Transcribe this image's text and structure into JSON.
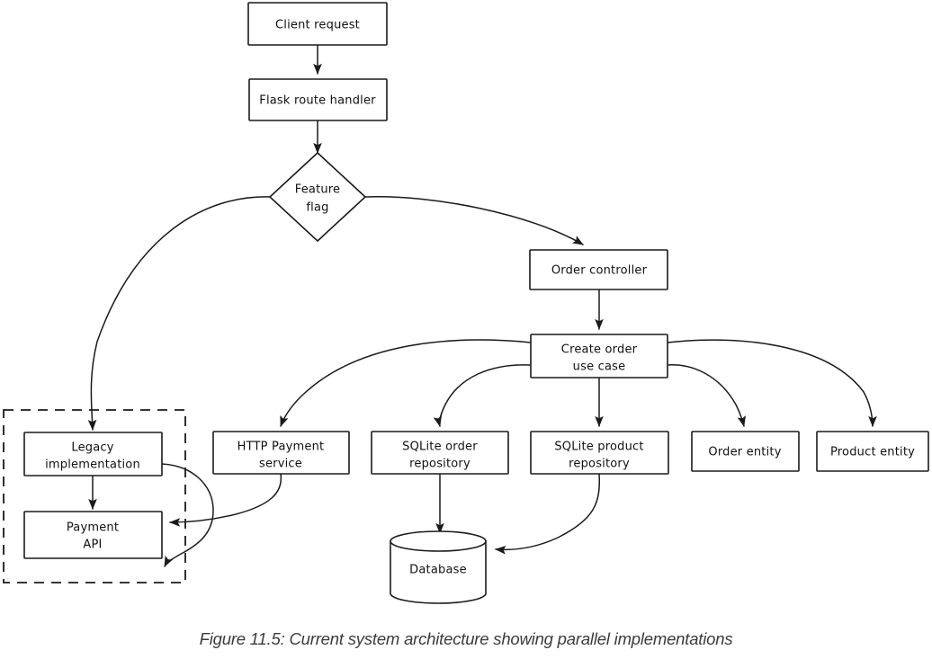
{
  "figure": {
    "caption": "Figure 11.5: Current system architecture showing parallel implementations",
    "background_color": "#ffffff",
    "stroke_color": "#1a1a1a",
    "text_color": "#111111",
    "caption_color": "#3b3b3b",
    "style": "hand-drawn sketch flowchart"
  },
  "nodes": {
    "client_request": {
      "label": "Client request",
      "shape": "rect"
    },
    "flask_route_handler": {
      "label": "Flask route handler",
      "shape": "rect"
    },
    "feature_flag_line1": {
      "label": "Feature",
      "shape": "diamond"
    },
    "feature_flag_line2": {
      "label": "flag",
      "shape": "diamond"
    },
    "order_controller": {
      "label": "Order controller",
      "shape": "rect"
    },
    "create_order_use_case_line1": {
      "label": "Create order",
      "shape": "rect"
    },
    "create_order_use_case_line2": {
      "label": "use case",
      "shape": "rect"
    },
    "legacy_implementation_line1": {
      "label": "Legacy",
      "shape": "rect"
    },
    "legacy_implementation_line2": {
      "label": "implementation",
      "shape": "rect"
    },
    "payment_api_line1": {
      "label": "Payment",
      "shape": "rect"
    },
    "payment_api_line2": {
      "label": "API",
      "shape": "rect"
    },
    "http_payment_service_line1": {
      "label": "HTTP Payment",
      "shape": "rect"
    },
    "http_payment_service_line2": {
      "label": "service",
      "shape": "rect"
    },
    "sqlite_order_repository_line1": {
      "label": "SQLite order",
      "shape": "rect"
    },
    "sqlite_order_repository_line2": {
      "label": "repository",
      "shape": "rect"
    },
    "sqlite_product_repository_line1": {
      "label": "SQLite product",
      "shape": "rect"
    },
    "sqlite_product_repository_line2": {
      "label": "repository",
      "shape": "rect"
    },
    "order_entity": {
      "label": "Order entity",
      "shape": "rect"
    },
    "product_entity": {
      "label": "Product entity",
      "shape": "rect"
    },
    "database": {
      "label": "Database",
      "shape": "cylinder"
    }
  },
  "groups": {
    "legacy_group": {
      "label": "",
      "style": "dashed-border",
      "contains": [
        "legacy_implementation",
        "payment_api"
      ]
    }
  },
  "edges": [
    {
      "from": "client_request",
      "to": "flask_route_handler",
      "style": "straight-arrow"
    },
    {
      "from": "flask_route_handler",
      "to": "feature_flag",
      "style": "straight-arrow"
    },
    {
      "from": "feature_flag",
      "to": "legacy_implementation",
      "style": "curved-arrow"
    },
    {
      "from": "feature_flag",
      "to": "order_controller",
      "style": "curved-arrow"
    },
    {
      "from": "order_controller",
      "to": "create_order_use_case",
      "style": "straight-arrow"
    },
    {
      "from": "create_order_use_case",
      "to": "http_payment_service",
      "style": "curved-arrow"
    },
    {
      "from": "create_order_use_case",
      "to": "sqlite_order_repository",
      "style": "curved-arrow"
    },
    {
      "from": "create_order_use_case",
      "to": "sqlite_product_repository",
      "style": "straight-arrow"
    },
    {
      "from": "create_order_use_case",
      "to": "order_entity",
      "style": "curved-arrow"
    },
    {
      "from": "create_order_use_case",
      "to": "product_entity",
      "style": "curved-arrow"
    },
    {
      "from": "legacy_implementation",
      "to": "payment_api",
      "style": "straight-arrow"
    },
    {
      "from": "legacy_implementation",
      "to": "database",
      "style": "curved-arrow"
    },
    {
      "from": "http_payment_service",
      "to": "payment_api",
      "style": "curved-arrow"
    },
    {
      "from": "sqlite_order_repository",
      "to": "database",
      "style": "straight-arrow"
    },
    {
      "from": "sqlite_product_repository",
      "to": "database",
      "style": "curved-arrow"
    }
  ]
}
